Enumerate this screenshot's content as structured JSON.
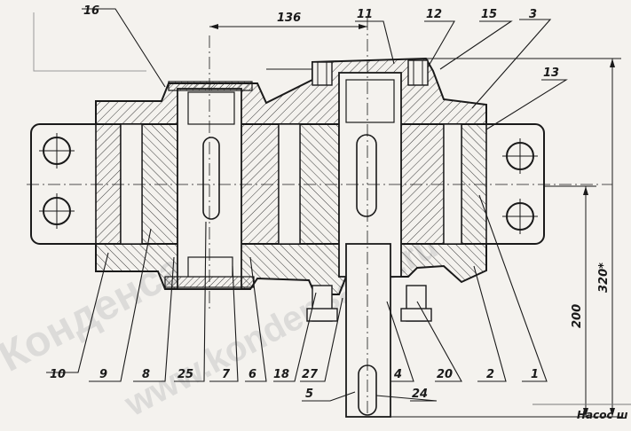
{
  "dimensions": {
    "center_distance": "136",
    "overall_height": "320*",
    "axis_height": "200"
  },
  "part_labels": {
    "p1": "1",
    "p2": "2",
    "p3": "3",
    "p4": "4",
    "p5": "5",
    "p6": "6",
    "p7": "7",
    "p8": "8",
    "p9": "9",
    "p10": "10",
    "p11": "11",
    "p12": "12",
    "p13": "13",
    "p15": "15",
    "p16": "16",
    "p18": "18",
    "p20": "20",
    "p24": "24",
    "p25": "25",
    "p27": "27"
  },
  "stamp_text": "Насос ш",
  "watermark": {
    "line1": "Конденсатор",
    "line2": "www.kondensator.ru"
  },
  "colors": {
    "ink": "#1a1a1a",
    "paper": "#f4f2ee",
    "hatch": "#3a3a3a"
  }
}
